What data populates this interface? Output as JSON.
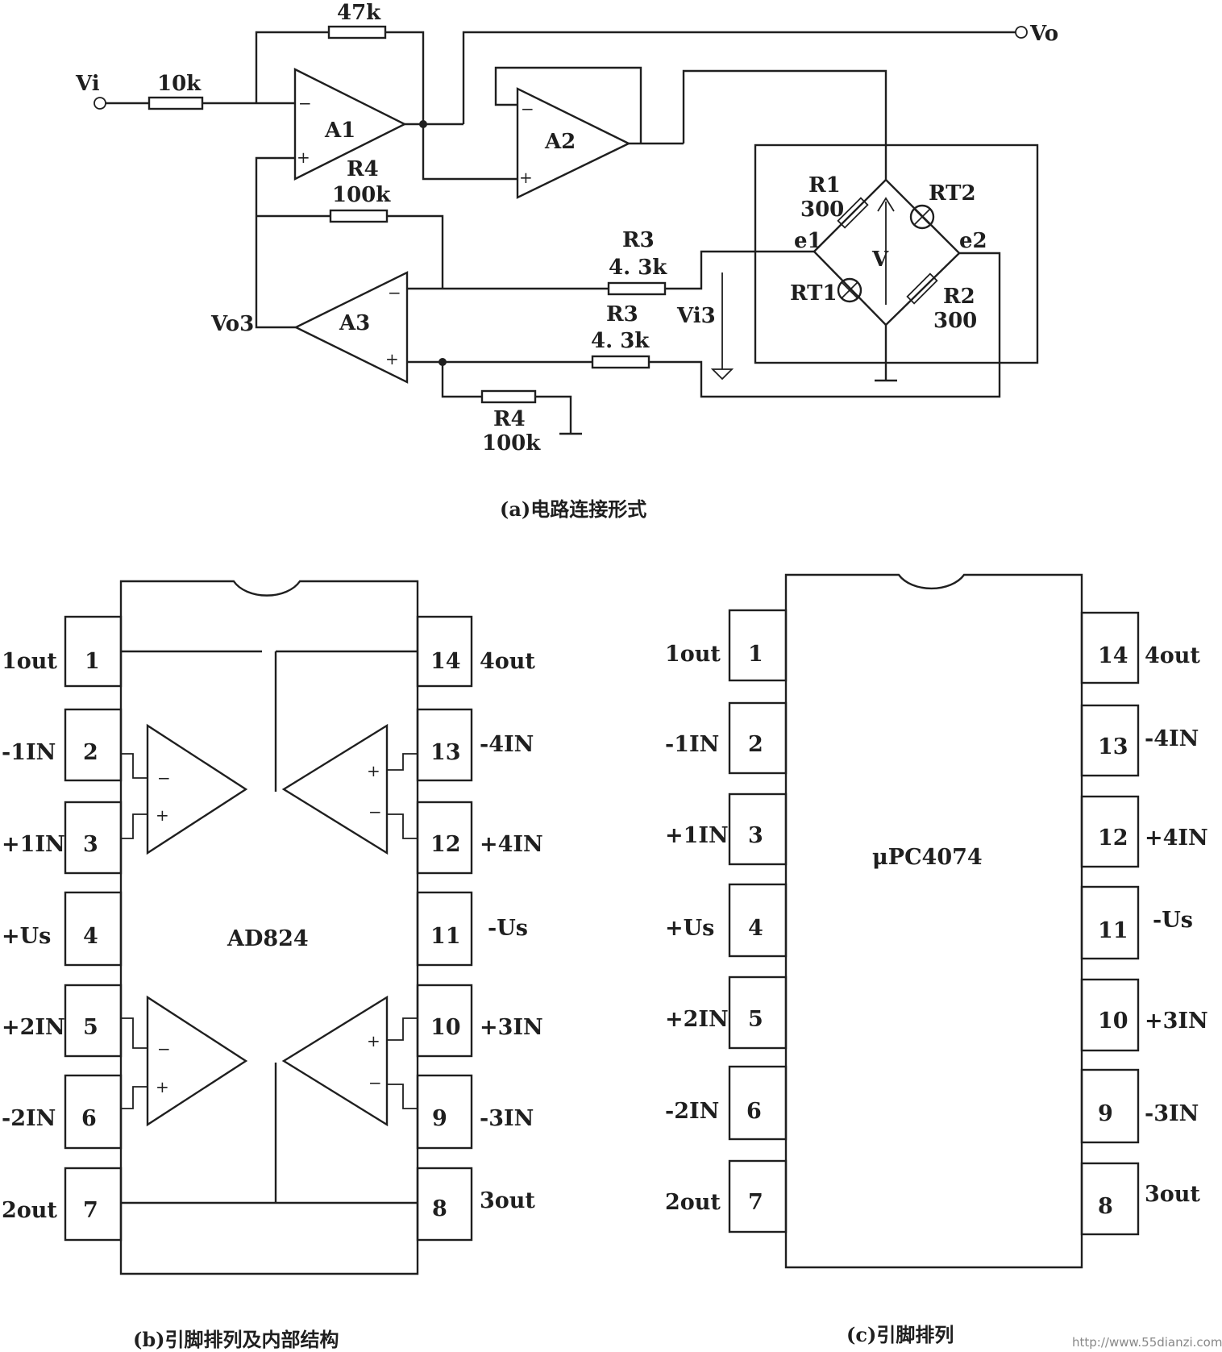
{
  "circuit": {
    "caption": "(a)电路连接形式",
    "labels": {
      "vi": "Vi",
      "vo": "Vo",
      "vo3": "Vo3",
      "vi3": "Vi3",
      "a1": "A1",
      "a2": "A2",
      "a3": "A3",
      "r_in": "10k",
      "r_fb": "47k",
      "r4_top_name": "R4",
      "r4_top_value": "100k",
      "r3_top_name": "R3",
      "r3_top_value": "4. 3k",
      "r3_bot_name": "R3",
      "r3_bot_value": "4. 3k",
      "r4_bot_name": "R4",
      "r4_bot_value": "100k",
      "r1_name": "R1",
      "r1_value": "300",
      "r2_name": "R2",
      "r2_value": "300",
      "rt1": "RT1",
      "rt2": "RT2",
      "e1": "e1",
      "e2": "e2",
      "v": "V",
      "minus": "−",
      "plus": "+"
    }
  },
  "ad824": {
    "caption": "(b)引脚排列及内部结构",
    "chip_name": "AD824",
    "left_pins": [
      {
        "num": "1",
        "label": "1out"
      },
      {
        "num": "2",
        "label": "-1IN"
      },
      {
        "num": "3",
        "label": "+1IN"
      },
      {
        "num": "4",
        "label": "+Us"
      },
      {
        "num": "5",
        "label": "+2IN"
      },
      {
        "num": "6",
        "label": "-2IN"
      },
      {
        "num": "7",
        "label": "2out"
      }
    ],
    "right_pins": [
      {
        "num": "14",
        "label": "4out"
      },
      {
        "num": "13",
        "label": "-4IN"
      },
      {
        "num": "12",
        "label": "+4IN"
      },
      {
        "num": "11",
        "label": "-Us"
      },
      {
        "num": "10",
        "label": "+3IN"
      },
      {
        "num": "9",
        "label": "-3IN"
      },
      {
        "num": "8",
        "label": "3out"
      }
    ]
  },
  "upc4074": {
    "caption": "(c)引脚排列",
    "chip_name": "μPC4074",
    "left_pins": [
      {
        "num": "1",
        "label": "1out"
      },
      {
        "num": "2",
        "label": "-1IN"
      },
      {
        "num": "3",
        "label": "+1IN"
      },
      {
        "num": "4",
        "label": "+Us"
      },
      {
        "num": "5",
        "label": "+2IN"
      },
      {
        "num": "6",
        "label": "-2IN"
      },
      {
        "num": "7",
        "label": "2out"
      }
    ],
    "right_pins": [
      {
        "num": "14",
        "label": "4out"
      },
      {
        "num": "13",
        "label": "-4IN"
      },
      {
        "num": "12",
        "label": "+4IN"
      },
      {
        "num": "11",
        "label": "-Us"
      },
      {
        "num": "10",
        "label": "+3IN"
      },
      {
        "num": "9",
        "label": "-3IN"
      },
      {
        "num": "8",
        "label": "3out"
      }
    ]
  },
  "watermark": "http://www.55dianzi.com"
}
